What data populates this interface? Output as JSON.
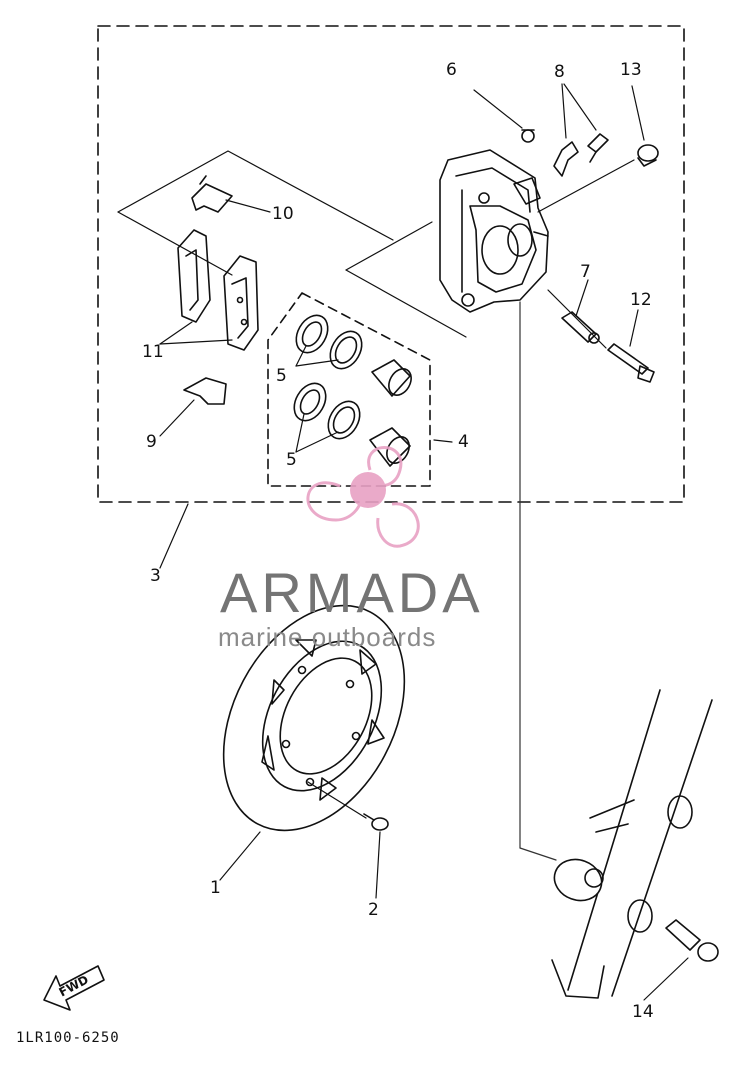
{
  "callouts": {
    "c1": "1",
    "c2": "2",
    "c3": "3",
    "c4": "4",
    "c5a": "5",
    "c5b": "5",
    "c6": "6",
    "c7": "7",
    "c8": "8",
    "c9": "9",
    "c10": "10",
    "c11": "11",
    "c12": "12",
    "c13": "13",
    "c14": "14"
  },
  "diagram_code": "1LR100-6250",
  "fwd_label": "FWD",
  "watermark": {
    "title": "ARMADA",
    "subtitle": "marine outboards",
    "pink": "#e8a1c4",
    "gray": "#747474"
  }
}
